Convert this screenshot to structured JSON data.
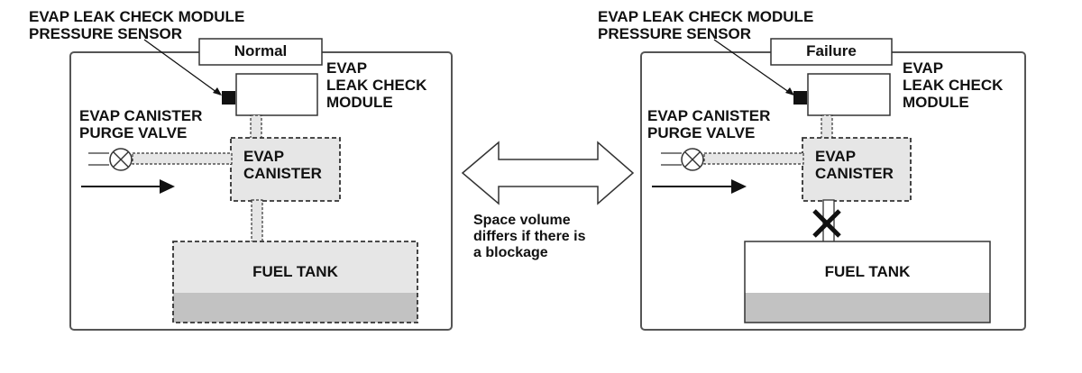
{
  "normal_panel": {
    "state": "Normal",
    "sensor_label": "EVAP LEAK CHECK MODULE\nPRESSURE SENSOR",
    "module_label": "EVAP\nLEAK CHECK\nMODULE",
    "purge_valve_label": "EVAP CANISTER\nPURGE VALVE",
    "canister_label": "EVAP\nCANISTER",
    "fuel_tank_label": "FUEL TANK"
  },
  "failure_panel": {
    "state": "Failure",
    "sensor_label": "EVAP LEAK CHECK MODULE\nPRESSURE SENSOR",
    "module_label": "EVAP\nLEAK CHECK\nMODULE",
    "purge_valve_label": "EVAP CANISTER\nPURGE VALVE",
    "canister_label": "EVAP\nCANISTER",
    "fuel_tank_label": "FUEL TANK"
  },
  "comparison_note": "Space volume\ndiffers if there is\na blockage",
  "colors": {
    "vapor_fill": "#e6e6e6",
    "fuel_fill": "#c2c2c2",
    "outline": "#333333"
  }
}
